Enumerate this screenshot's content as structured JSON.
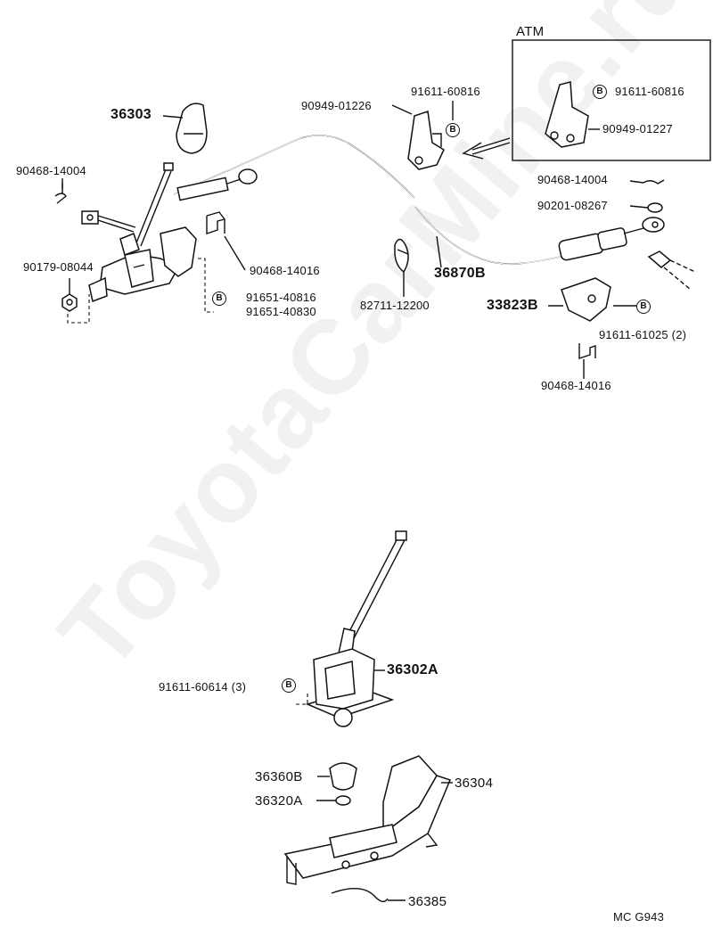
{
  "watermark": "ToyotaCarMine.ru",
  "atm_box_title": "ATM",
  "figure_code": "MC G943",
  "bolt_symbol": "B",
  "labels": {
    "p36303": "36303",
    "p90468_14004_left": "90468-14004",
    "p90179_08044": "90179-08044",
    "p90468_14016_mid": "90468-14016",
    "p91651_40816": "91651-40816",
    "p91651_40830": "91651-40830",
    "p82711_12200": "82711-12200",
    "p36870B": "36870B",
    "p90949_01226": "90949-01226",
    "p91611_60816_top": "91611-60816",
    "p91611_60816_atm": "91611-60816",
    "p90949_01227": "90949-01227",
    "p90468_14004_right": "90468-14004",
    "p90201_08267": "90201-08267",
    "p33823B": "33823B",
    "p91611_61025": "91611-61025 (2)",
    "p90468_14016_right": "90468-14016",
    "p91611_60614": "91611-60614 (3)",
    "p36302A": "36302A",
    "p36360B": "36360B",
    "p36320A": "36320A",
    "p36304": "36304",
    "p36385": "36385"
  }
}
